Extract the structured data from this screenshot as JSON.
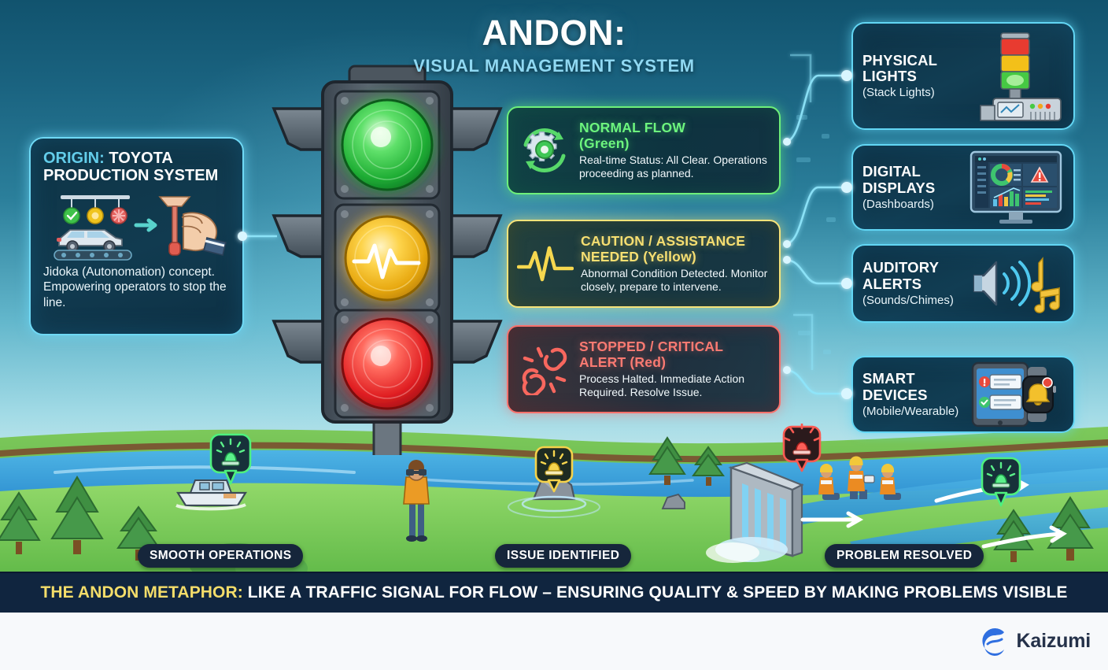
{
  "header": {
    "title": "ANDON:",
    "subtitle": "VISUAL MANAGEMENT SYSTEM"
  },
  "origin": {
    "title_lead": "ORIGIN:",
    "title_rest": " TOYOTA PRODUCTION SYSTEM",
    "body": "Jidoka (Autonomation) concept. Empowering operators to stop the line.",
    "art_icon": "assembly-line-andon-cord-icon"
  },
  "statuses": [
    {
      "key": "green",
      "icon": "gear-cycle-icon",
      "heading": "NORMAL FLOW",
      "heading2": "(Green)",
      "body": "Real-time Status: All Clear. Operations proceeding as planned.",
      "color": "#6df57e"
    },
    {
      "key": "yellow",
      "icon": "pulse-wave-icon",
      "heading": "CAUTION / ASSISTANCE",
      "heading2": "NEEDED (Yellow)",
      "body": "Abnormal Condition Detected. Monitor closely, prepare to intervene.",
      "color": "#f7df72"
    },
    {
      "key": "red",
      "icon": "broken-link-icon",
      "heading": "STOPPED / CRITICAL",
      "heading2": "ALERT (Red)",
      "body": "Process Halted. Immediate Action Required. Resolve Issue.",
      "color": "#fa7a72"
    }
  ],
  "channels": [
    {
      "key": "physical",
      "title": "PHYSICAL LIGHTS",
      "subtitle": "(Stack Lights)",
      "icon": "stack-light-tower-icon"
    },
    {
      "key": "digital",
      "title": "DIGITAL DISPLAYS",
      "subtitle": "(Dashboards)",
      "icon": "dashboard-monitor-icon"
    },
    {
      "key": "auditory",
      "title": "AUDITORY ALERTS",
      "subtitle": "(Sounds/Chimes)",
      "icon": "speaker-music-note-icon"
    },
    {
      "key": "smart",
      "title": "SMART DEVICES",
      "subtitle": "(Mobile/Wearable)",
      "icon": "tablet-smartwatch-icon"
    }
  ],
  "traffic_light": {
    "lamps": [
      {
        "key": "green",
        "color": "#22c03e",
        "state": "on",
        "icon": "none"
      },
      {
        "key": "yellow",
        "color": "#f0b31a",
        "state": "on",
        "icon": "pulse-wave-icon"
      },
      {
        "key": "red",
        "color": "#e8202a",
        "state": "on",
        "icon": "none"
      }
    ]
  },
  "scene": {
    "labels": [
      {
        "key": "smooth",
        "text": "SMOOTH OPERATIONS"
      },
      {
        "key": "issue",
        "text": "ISSUE IDENTIFIED"
      },
      {
        "key": "resolved",
        "text": "PROBLEM RESOLVED"
      }
    ],
    "pins": [
      {
        "key": "pin-green-left",
        "status": "green",
        "icon": "beacon-light-pin-icon"
      },
      {
        "key": "pin-yellow",
        "status": "yellow",
        "icon": "beacon-light-pin-icon"
      },
      {
        "key": "pin-red",
        "status": "red",
        "icon": "beacon-alarm-pin-icon"
      },
      {
        "key": "pin-green-right",
        "status": "green",
        "icon": "beacon-light-pin-icon"
      }
    ],
    "elements": [
      "boat-icon",
      "observer-binoculars-icon",
      "rock-obstacle-icon",
      "dam-icon",
      "repair-crew-icon",
      "pine-trees-icon",
      "flow-arrows-icon"
    ]
  },
  "banner": {
    "highlight": "THE ANDON METAPHOR:",
    "rest": " LIKE A TRAFFIC SIGNAL FOR FLOW – ENSURING QUALITY & SPEED BY MAKING PROBLEMS VISIBLE"
  },
  "footer": {
    "brand": "Kaizumi",
    "logo_icon": "kaizumi-wave-c-logo"
  },
  "colors": {
    "green": "#6df57e",
    "yellow": "#f7df72",
    "red": "#fa7a72",
    "cyan_accent": "#62d6f4",
    "banner_bg": "#10253f",
    "banner_highlight": "#f4dd6a"
  }
}
